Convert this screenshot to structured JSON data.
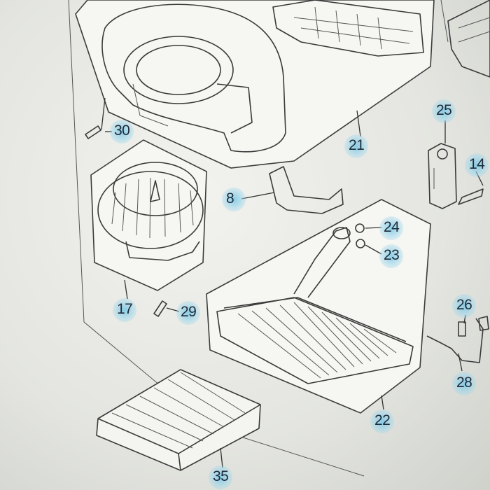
{
  "callouts": {
    "c30": "30",
    "c21": "21",
    "c25": "25",
    "c14": "14",
    "c8": "8",
    "c24": "24",
    "c23": "23",
    "c17": "17",
    "c29": "29",
    "c26": "26",
    "c28": "28",
    "c22": "22",
    "c35": "35"
  },
  "colors": {
    "paper": "#f2f2ee",
    "line": "#3a3a3a",
    "callout_highlight": "#8fd0ea"
  }
}
